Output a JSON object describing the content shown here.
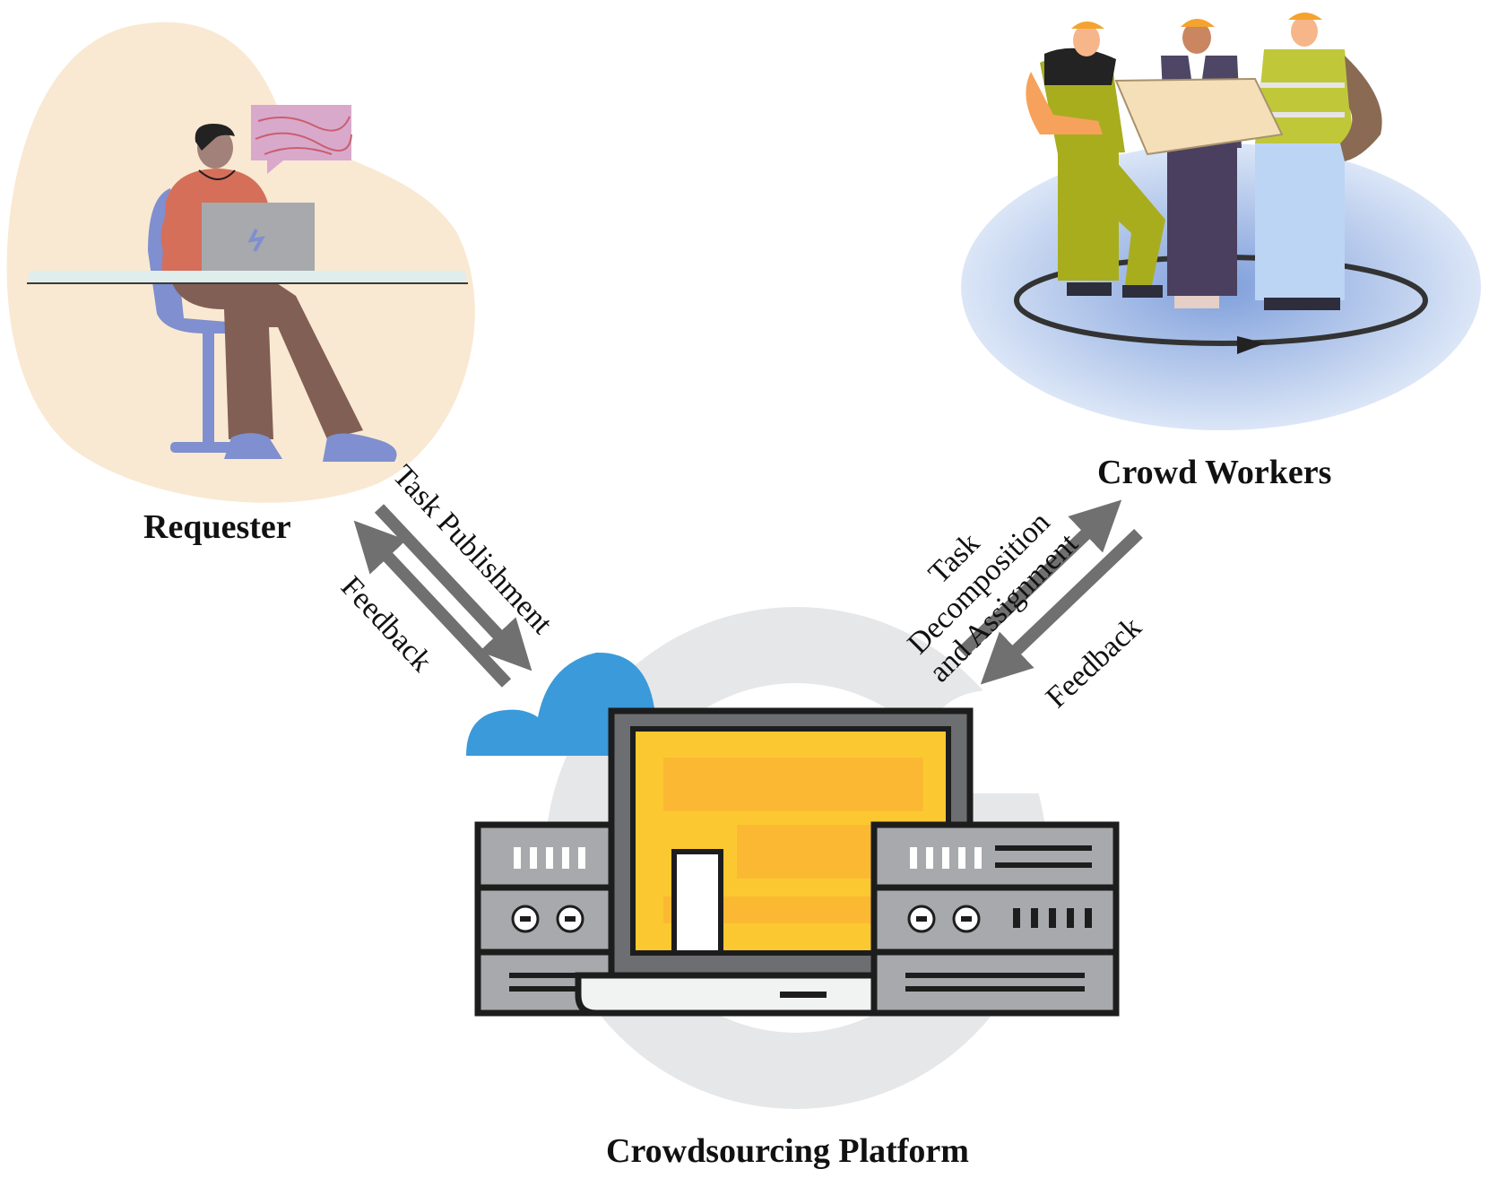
{
  "nodes": {
    "requester": "Requester",
    "workers": "Crowd Workers",
    "platform": "Crowdsourcing Platform"
  },
  "edges": {
    "task_publishment": "Task Publishment",
    "feedback_requester": "Feedback",
    "task_line1": "Task",
    "task_line2": "Decomposition",
    "task_line3": "and Assignment",
    "feedback_workers": "Feedback"
  },
  "colors": {
    "arrow": "#707070",
    "requester_blob": "#f9e9d2",
    "workers_disc": "#a9bfe6",
    "platform_circle": "#e6e7e8",
    "screen": "#fbb933",
    "cloud_blue": "#3b9ad9",
    "server_grey": "#a7a9ac"
  }
}
